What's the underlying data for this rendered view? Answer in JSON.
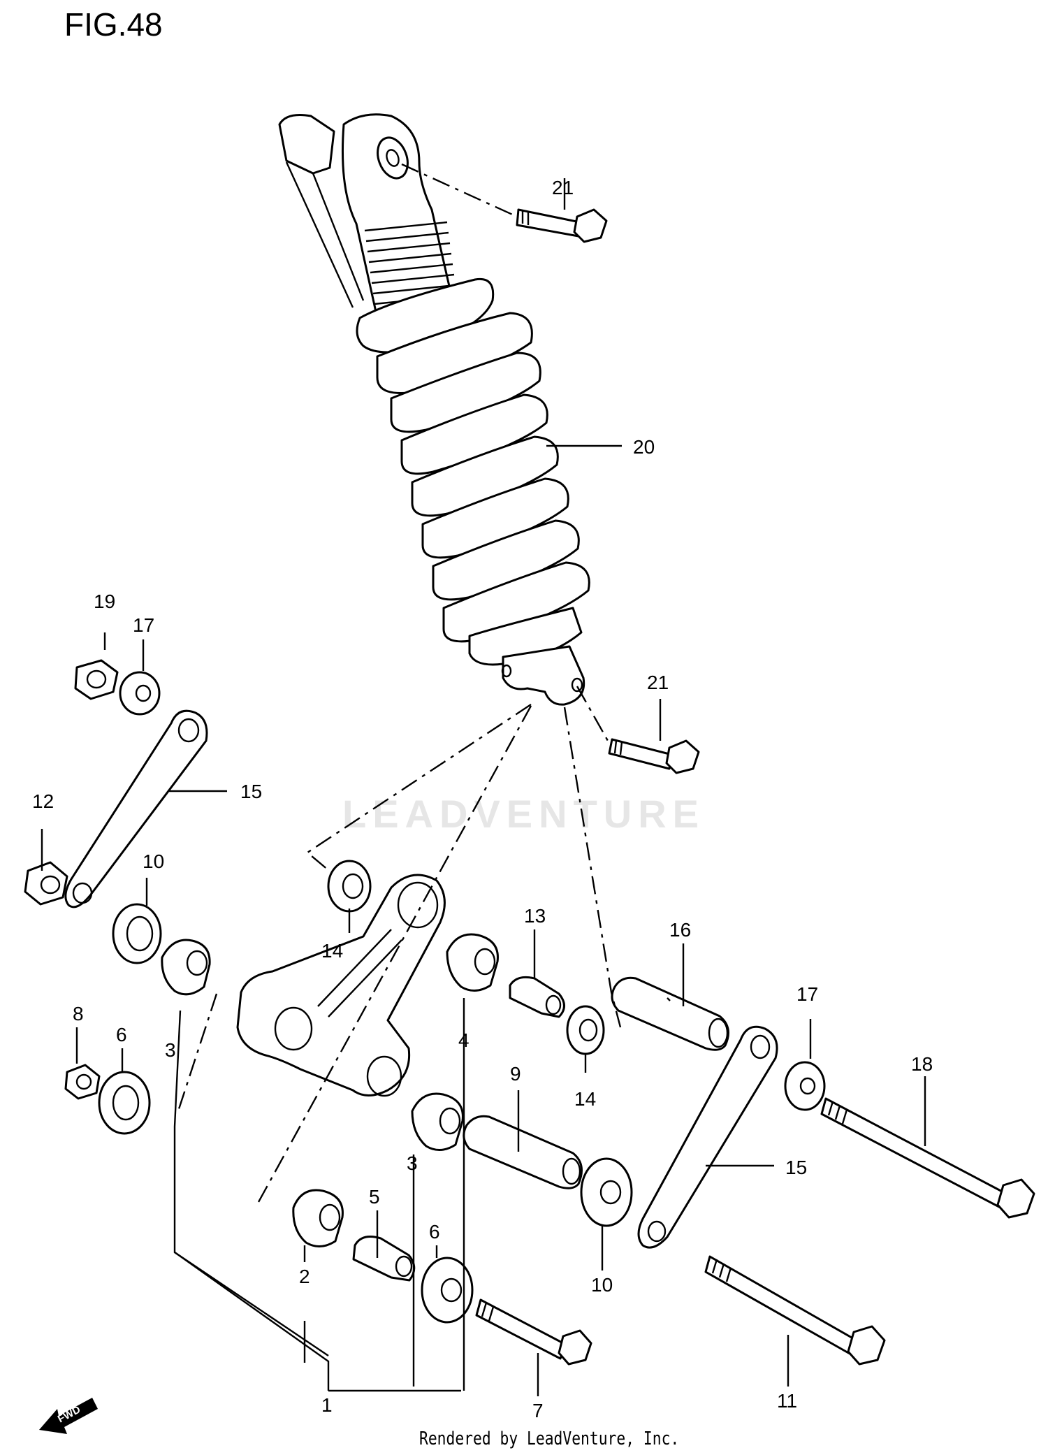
{
  "figure": {
    "title": "FIG.48"
  },
  "footer": {
    "text": "Rendered by LeadVenture, Inc."
  },
  "watermark": {
    "text": "LEADVENTURE"
  },
  "fwd_icon": {
    "label": "FWD"
  },
  "callouts": [
    {
      "part": "21",
      "label": "21"
    },
    {
      "part": "20",
      "label": "20"
    },
    {
      "part": "21",
      "label": "21"
    },
    {
      "part": "19",
      "label": "19"
    },
    {
      "part": "17",
      "label": "17"
    },
    {
      "part": "15",
      "label": "15"
    },
    {
      "part": "12",
      "label": "12"
    },
    {
      "part": "10",
      "label": "10"
    },
    {
      "part": "14",
      "label": "14"
    },
    {
      "part": "13",
      "label": "13"
    },
    {
      "part": "16",
      "label": "16"
    },
    {
      "part": "8",
      "label": "8"
    },
    {
      "part": "6",
      "label": "6"
    },
    {
      "part": "3",
      "label": "3"
    },
    {
      "part": "4",
      "label": "4"
    },
    {
      "part": "14",
      "label": "14"
    },
    {
      "part": "17",
      "label": "17"
    },
    {
      "part": "18",
      "label": "18"
    },
    {
      "part": "9",
      "label": "9"
    },
    {
      "part": "3",
      "label": "3"
    },
    {
      "part": "15",
      "label": "15"
    },
    {
      "part": "5",
      "label": "5"
    },
    {
      "part": "6",
      "label": "6"
    },
    {
      "part": "2",
      "label": "2"
    },
    {
      "part": "10",
      "label": "10"
    },
    {
      "part": "11",
      "label": "11"
    },
    {
      "part": "1",
      "label": "1"
    },
    {
      "part": "7",
      "label": "7"
    }
  ]
}
